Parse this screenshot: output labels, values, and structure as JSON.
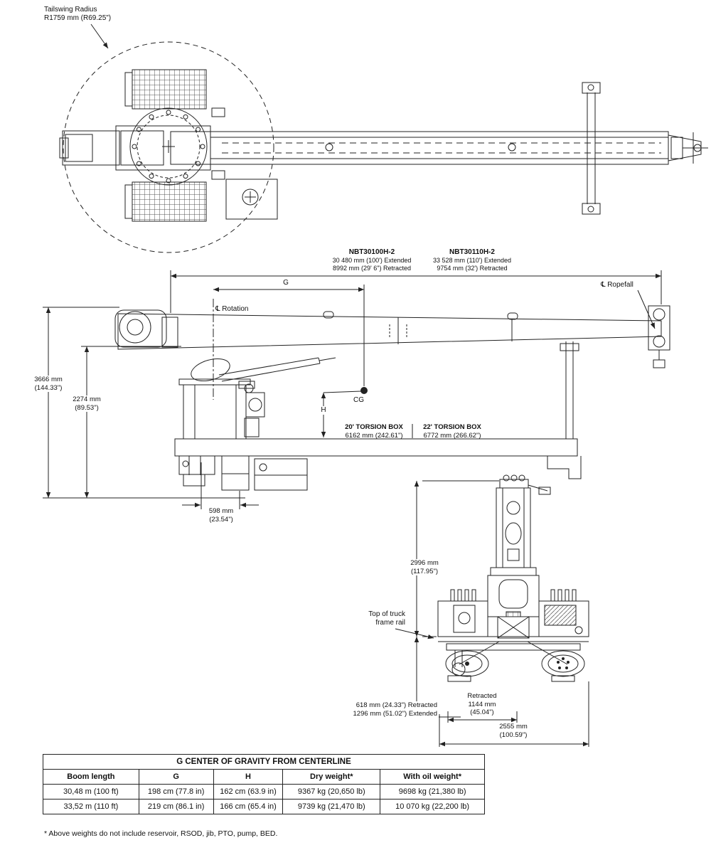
{
  "colors": {
    "line": "#222222",
    "background": "#ffffff"
  },
  "top_view": {
    "tailswing_line1": "Tailswing Radius",
    "tailswing_line2": "R1759 mm (R69.25\")"
  },
  "side_view": {
    "model_a": {
      "name": "NBT30100H-2",
      "extended": "30 480 mm (100') Extended",
      "retracted": "8992 mm (29' 6\") Retracted"
    },
    "model_b": {
      "name": "NBT30110H-2",
      "extended": "33 528 mm (110') Extended",
      "retracted": "9754 mm (32') Retracted"
    },
    "ropefall_label": "℄ Ropefall",
    "rotation_label": "℄ Rotation",
    "g_label": "G",
    "h_label": "H",
    "cg_label": "CG",
    "overall_height_line1": "3666 mm",
    "overall_height_line2": "(144.33\")",
    "deck_height_line1": "2274 mm",
    "deck_height_line2": "(89.53\")",
    "torsion_box_20_line1": "20' TORSION BOX",
    "torsion_box_20_line2": "6162 mm (242.61\")",
    "torsion_box_22_line1": "22' TORSION BOX",
    "torsion_box_22_line2": "6772 mm (266.62\")",
    "front_offset_line1": "598 mm",
    "front_offset_line2": "(23.54\")"
  },
  "rear_view": {
    "height_line1": "2996 mm",
    "height_line2": "(117.95\")",
    "frame_rail_line1": "Top of truck",
    "frame_rail_line2": "frame rail",
    "outrigger_travel_line1": "618 mm (24.33\") Retracted",
    "outrigger_travel_line2": "1296 mm (51.02\") Extended",
    "retracted_width_line1": "Retracted",
    "retracted_width_line2": "1144 mm",
    "retracted_width_line3": "(45.04\")",
    "overall_width_line1": "2555 mm",
    "overall_width_line2": "(100.59\")"
  },
  "table": {
    "title": "G CENTER OF GRAVITY FROM CENTERLINE",
    "headers": [
      "Boom length",
      "G",
      "H",
      "Dry weight*",
      "With oil weight*"
    ],
    "rows": [
      [
        "30,48 m (100 ft)",
        "198 cm (77.8 in)",
        "162 cm (63.9 in)",
        "9367 kg (20,650 lb)",
        "9698 kg (21,380 lb)"
      ],
      [
        "33,52 m (110 ft)",
        "219 cm (86.1 in)",
        "166 cm (65.4 in)",
        "9739 kg (21,470 lb)",
        "10 070 kg (22,200 lb)"
      ]
    ],
    "footnote": "* Above weights do not include reservoir, RSOD, jib, PTO, pump, BED."
  }
}
